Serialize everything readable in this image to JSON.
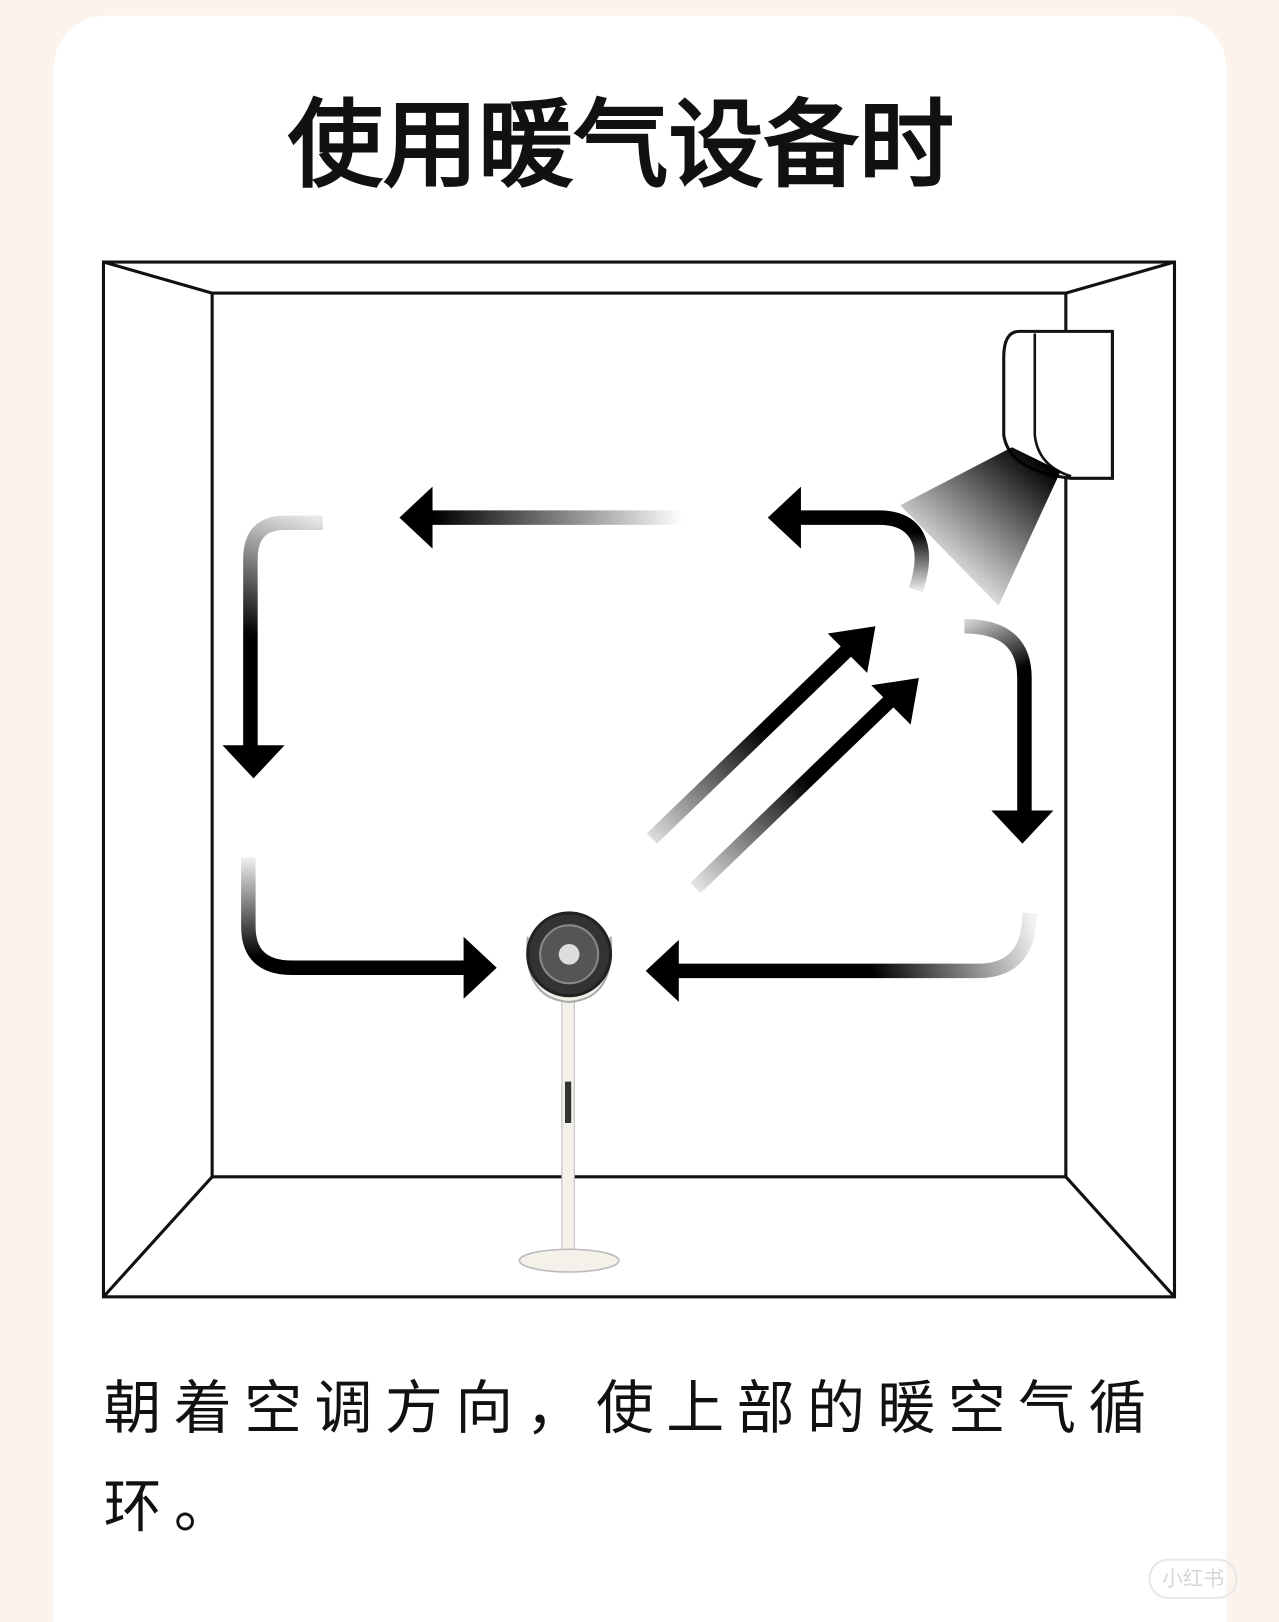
{
  "title": "使用暖气设备时",
  "caption": {
    "line1": "朝着空调方向，使上部的暖空气循",
    "line2": "环。"
  },
  "watermark": "小红书",
  "colors": {
    "page_background": "#fcf4ec",
    "card": "#ffffff",
    "ink": "#111111"
  }
}
